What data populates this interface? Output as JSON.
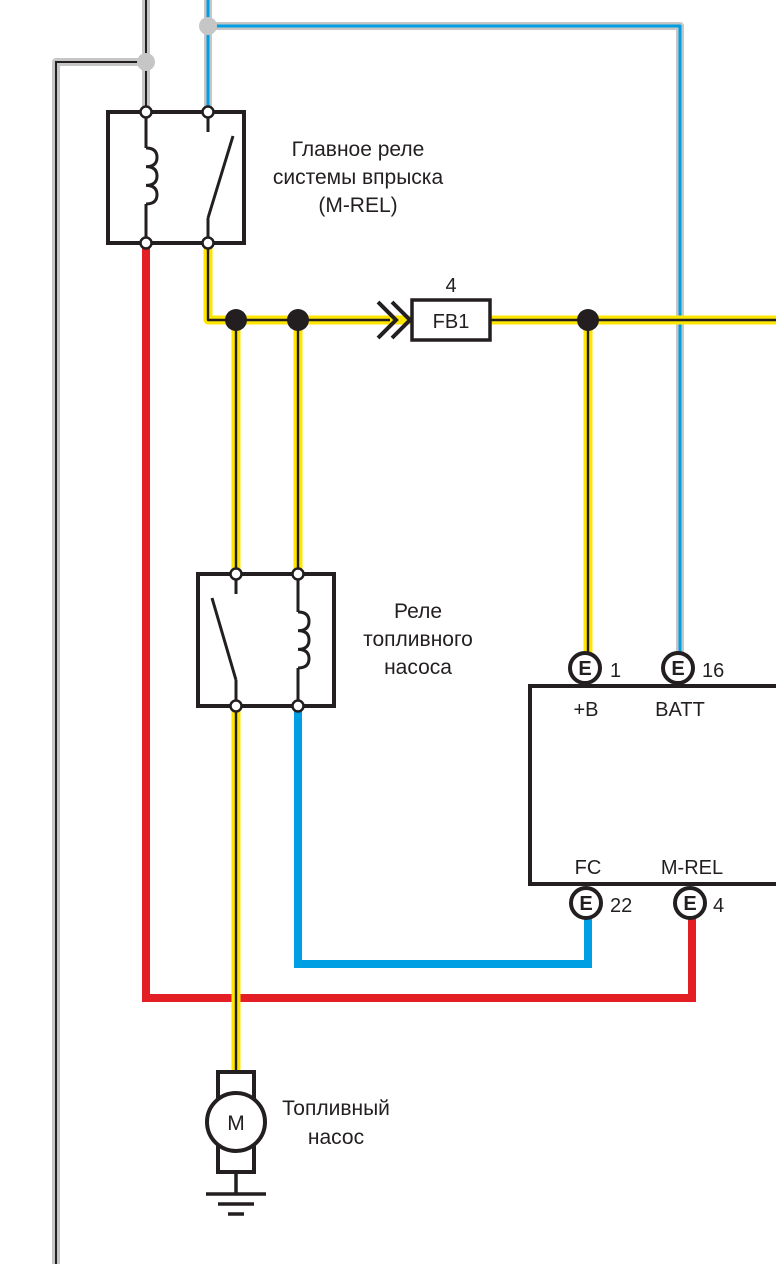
{
  "main_relay": {
    "lines": [
      "Главное реле",
      "системы впрыска",
      "(M-REL)"
    ]
  },
  "fuse": {
    "number": "4",
    "name": "FB1"
  },
  "fuel_pump_relay": {
    "lines": [
      "Реле",
      "топливного",
      "насоса"
    ]
  },
  "ecu": {
    "connector_letter": "E",
    "pins": [
      {
        "number": "1",
        "name": "+B"
      },
      {
        "number": "16",
        "name": "BATT"
      },
      {
        "number": "22",
        "name": "FC"
      },
      {
        "number": "4",
        "name": "M-REL"
      }
    ]
  },
  "fuel_pump": {
    "motor_symbol": "M",
    "lines": [
      "Топливный",
      "насос"
    ]
  },
  "colors": {
    "yellow_wire": "#ffe600",
    "black_core": "#231f20",
    "red_wire": "#e31e24",
    "blue_wire": "#009fe3",
    "gray_wire": "#c6c6c6"
  }
}
